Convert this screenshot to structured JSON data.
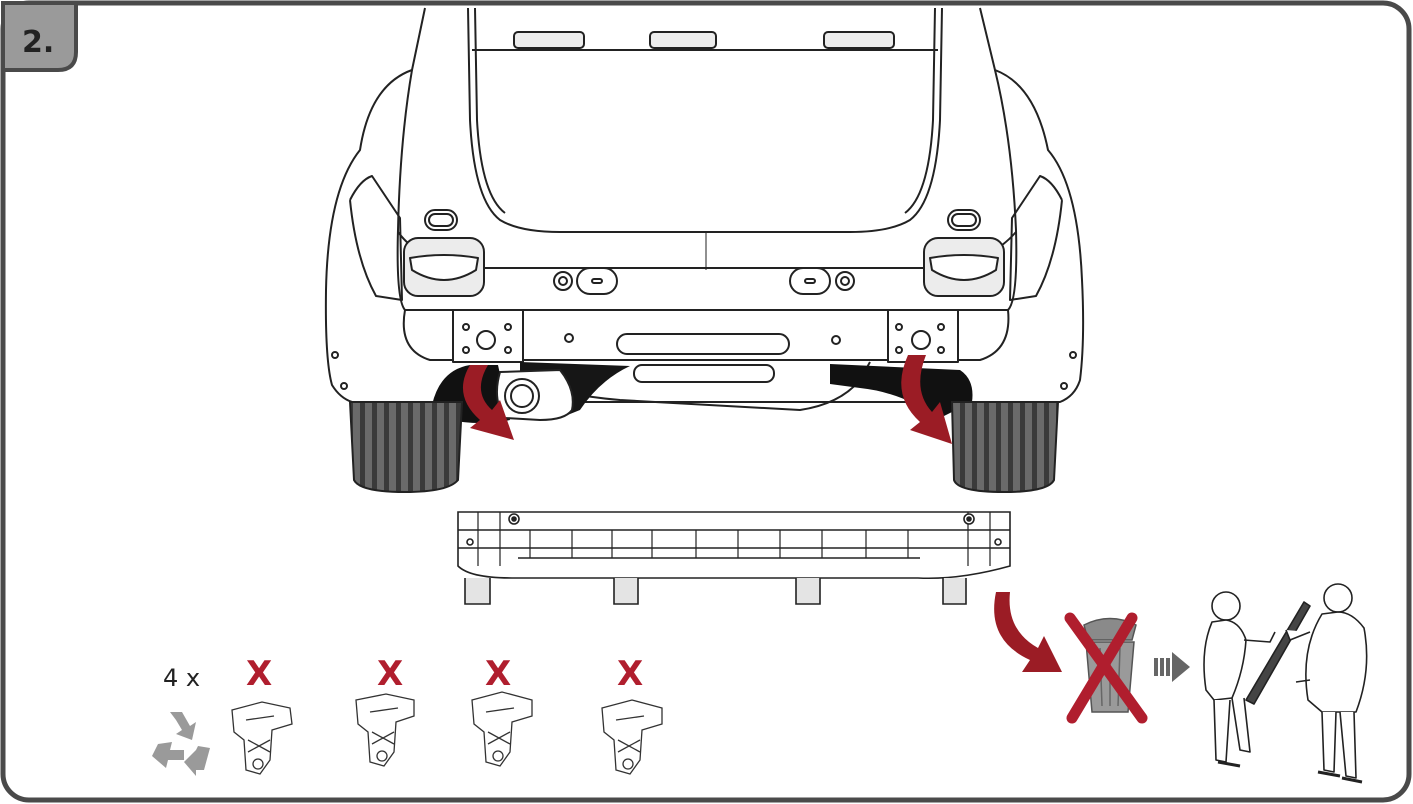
{
  "step": {
    "number": "2."
  },
  "parts": {
    "quantity": "4 x",
    "discard_mark": "X"
  },
  "colors": {
    "arrow": "#9b1c25",
    "cross": "#b01e2e",
    "outline": "#222222",
    "tire": "#5f5f5f",
    "undertray": "#111111",
    "frame": "#4a4a4a",
    "bin": "#8a8a8a",
    "recycle": "#9a9a9a"
  },
  "icons": {
    "recycle": "recycle-icon",
    "trash": "trash-bin-icon",
    "arrow": "block-arrow-icon"
  }
}
